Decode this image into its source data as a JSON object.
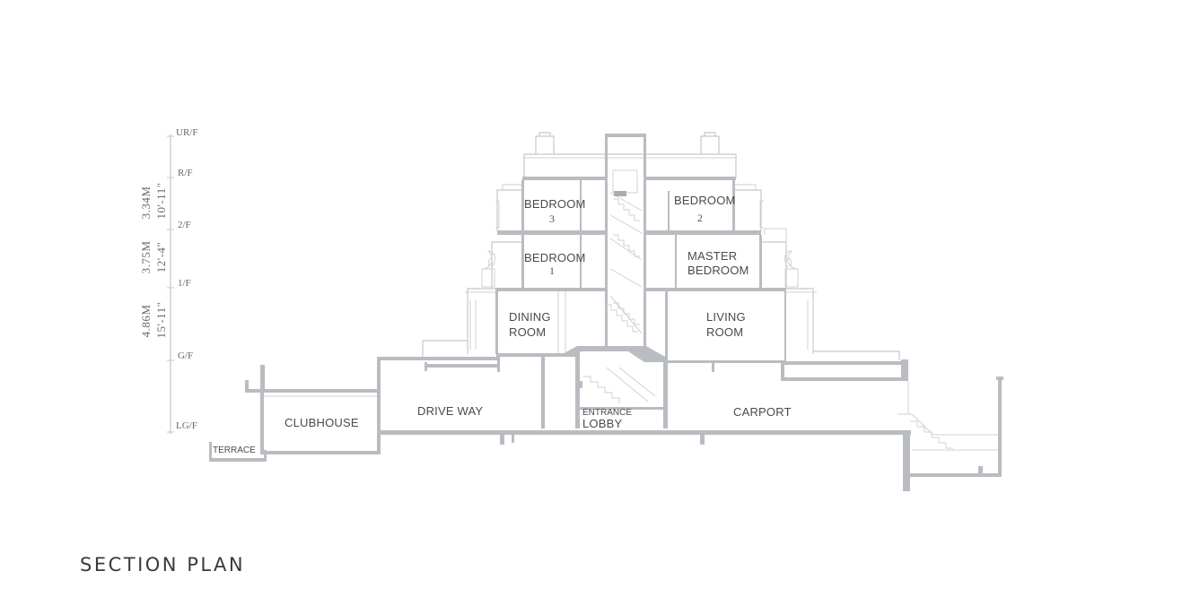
{
  "title": "SECTION PLAN",
  "levels": [
    "UR/F",
    "R/F",
    "2/F",
    "1/F",
    "G/F",
    "LG/F"
  ],
  "dimensions": [
    {
      "metric": "3.34M",
      "imperial": "10'-11\""
    },
    {
      "metric": "3.75M",
      "imperial": "12'-4\""
    },
    {
      "metric": "4.86M",
      "imperial": "15'-11\""
    }
  ],
  "rooms": {
    "bedroom3": {
      "label": "BEDROOM",
      "number": "3"
    },
    "bedroom2": {
      "label": "BEDROOM",
      "number": "2"
    },
    "bedroom1": {
      "label": "BEDROOM",
      "number": "1"
    },
    "master_bedroom": {
      "line1": "MASTER",
      "line2": "BEDROOM"
    },
    "dining_room": {
      "line1": "DINING",
      "line2": "ROOM"
    },
    "living_room": {
      "line1": "LIVING",
      "line2": "ROOM"
    },
    "entrance_lobby": {
      "line1": "ENTRANCE",
      "line2": "LOBBY"
    },
    "clubhouse": "CLUBHOUSE",
    "driveway": "DRIVE WAY",
    "carport": "CARPORT",
    "terrace": "TERRACE"
  }
}
